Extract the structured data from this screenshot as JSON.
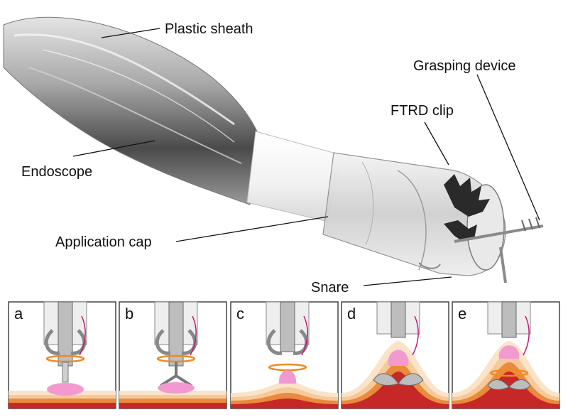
{
  "labels": {
    "plastic_sheath": "Plastic sheath",
    "grasping_device": "Grasping device",
    "ftrd_clip": "FTRD clip",
    "endoscope": "Endoscope",
    "application_cap": "Application cap",
    "snare": "Snare"
  },
  "panels": [
    {
      "letter": "a"
    },
    {
      "letter": "b"
    },
    {
      "letter": "c"
    },
    {
      "letter": "d"
    },
    {
      "letter": "e"
    }
  ],
  "colors": {
    "lesion_pink": "#f29ad0",
    "mucosa_light": "#fbe3c8",
    "submucosa": "#f6c99a",
    "muscle_orange": "#e98a3c",
    "serosa_red": "#c62828",
    "snare_orange": "#f08a24",
    "clip_gray": "#8c8c8c",
    "thread_magenta": "#c2187a"
  }
}
